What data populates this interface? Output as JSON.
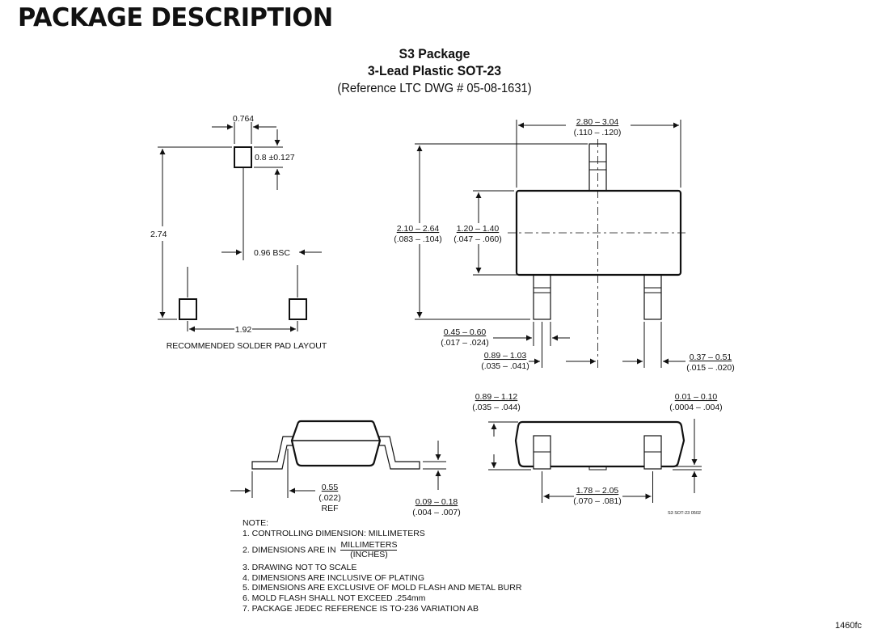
{
  "page": {
    "title": "PACKAGE DESCRIPTION",
    "heading1": "S3 Package",
    "heading2": "3-Lead Plastic SOT-23",
    "heading3": "(Reference LTC DWG # 05-08-1631)",
    "drawing_code": "S3 SOT-23 0502",
    "page_code": "1460fc"
  },
  "pad_layout": {
    "pad_width": "0.764",
    "pad_length": "0.8 ±0.127",
    "overall_height": "2.74",
    "pitch": "0.96 BSC",
    "pad_span": "1.92",
    "caption": "RECOMMENDED SOLDER PAD LAYOUT"
  },
  "top_view": {
    "length_mm": "2.80 – 3.04",
    "length_in": "(.110 – .120)",
    "overall_width_mm": "2.10 – 2.64",
    "overall_width_in": "(.083 – .104)",
    "body_width_mm": "1.20 – 1.40",
    "body_width_in": "(.047 – .060)",
    "lead_width_mm": "0.45 – 0.60",
    "lead_width_in": "(.017 – .024)",
    "lead_pitch_mm": "0.89 – 1.03",
    "lead_pitch_in": "(.035 – .041)",
    "lead_length_mm": "0.37 – 0.51",
    "lead_length_in": "(.015 – .020)"
  },
  "end_view": {
    "foot_mm": "0.55",
    "foot_in": "(.022)",
    "foot_ref": "REF",
    "lead_thk_mm": "0.09 – 0.18",
    "lead_thk_in": "(.004 – .007)"
  },
  "side_view": {
    "height_mm": "0.89 – 1.12",
    "height_in": "(.035 – .044)",
    "standoff_mm": "0.01 – 0.10",
    "standoff_in": "(.0004 – .004)",
    "span_mm": "1.78 – 2.05",
    "span_in": "(.070 – .081)"
  },
  "notes": {
    "header": "NOTE:",
    "n1": "1. CONTROLLING DIMENSION: MILLIMETERS",
    "n2": "2. DIMENSIONS ARE IN",
    "n2_num": "MILLIMETERS",
    "n2_den": "(INCHES)",
    "n3": "3. DRAWING NOT TO SCALE",
    "n4": "4. DIMENSIONS ARE INCLUSIVE OF PLATING",
    "n5": "5. DIMENSIONS ARE EXCLUSIVE OF MOLD FLASH AND METAL BURR",
    "n6": "6. MOLD FLASH SHALL NOT EXCEED .254mm",
    "n7": "7. PACKAGE JEDEC REFERENCE IS TO-236 VARIATION AB"
  }
}
